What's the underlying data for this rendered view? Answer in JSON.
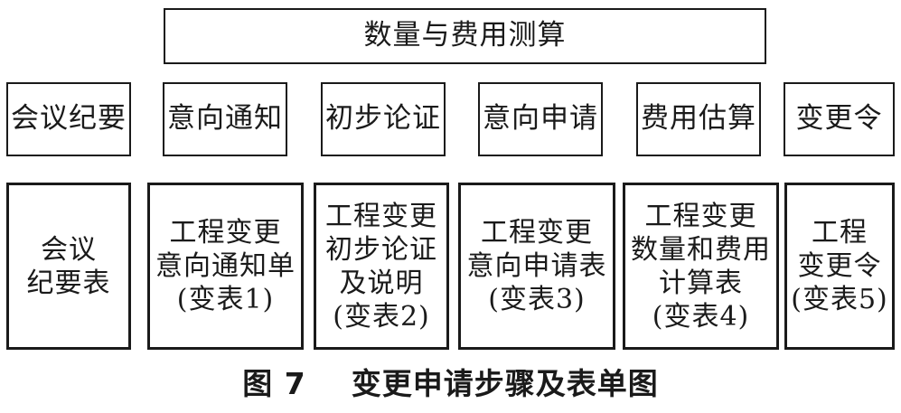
{
  "top": {
    "label": "数量与费用测算"
  },
  "steps": [
    {
      "label": "会议纪要"
    },
    {
      "label": "意向通知"
    },
    {
      "label": "初步论证"
    },
    {
      "label": "意向申请"
    },
    {
      "label": "费用估算"
    },
    {
      "label": "变更令"
    }
  ],
  "forms": [
    {
      "lines": [
        "会议",
        "纪要表"
      ]
    },
    {
      "lines": [
        "工程变更",
        "意向通知单",
        "(变表1)"
      ]
    },
    {
      "lines": [
        "工程变更",
        "初步论证",
        "及说明",
        "(变表2)"
      ]
    },
    {
      "lines": [
        "工程变更",
        "意向申请表",
        "(变表3)"
      ]
    },
    {
      "lines": [
        "工程变更",
        "数量和费用",
        "计算表",
        "(变表4)"
      ]
    },
    {
      "lines": [
        "工程",
        "变更令",
        "(变表5)"
      ]
    }
  ],
  "caption": {
    "figure_number": "图 7",
    "title": "变更申请步骤及表单图"
  }
}
